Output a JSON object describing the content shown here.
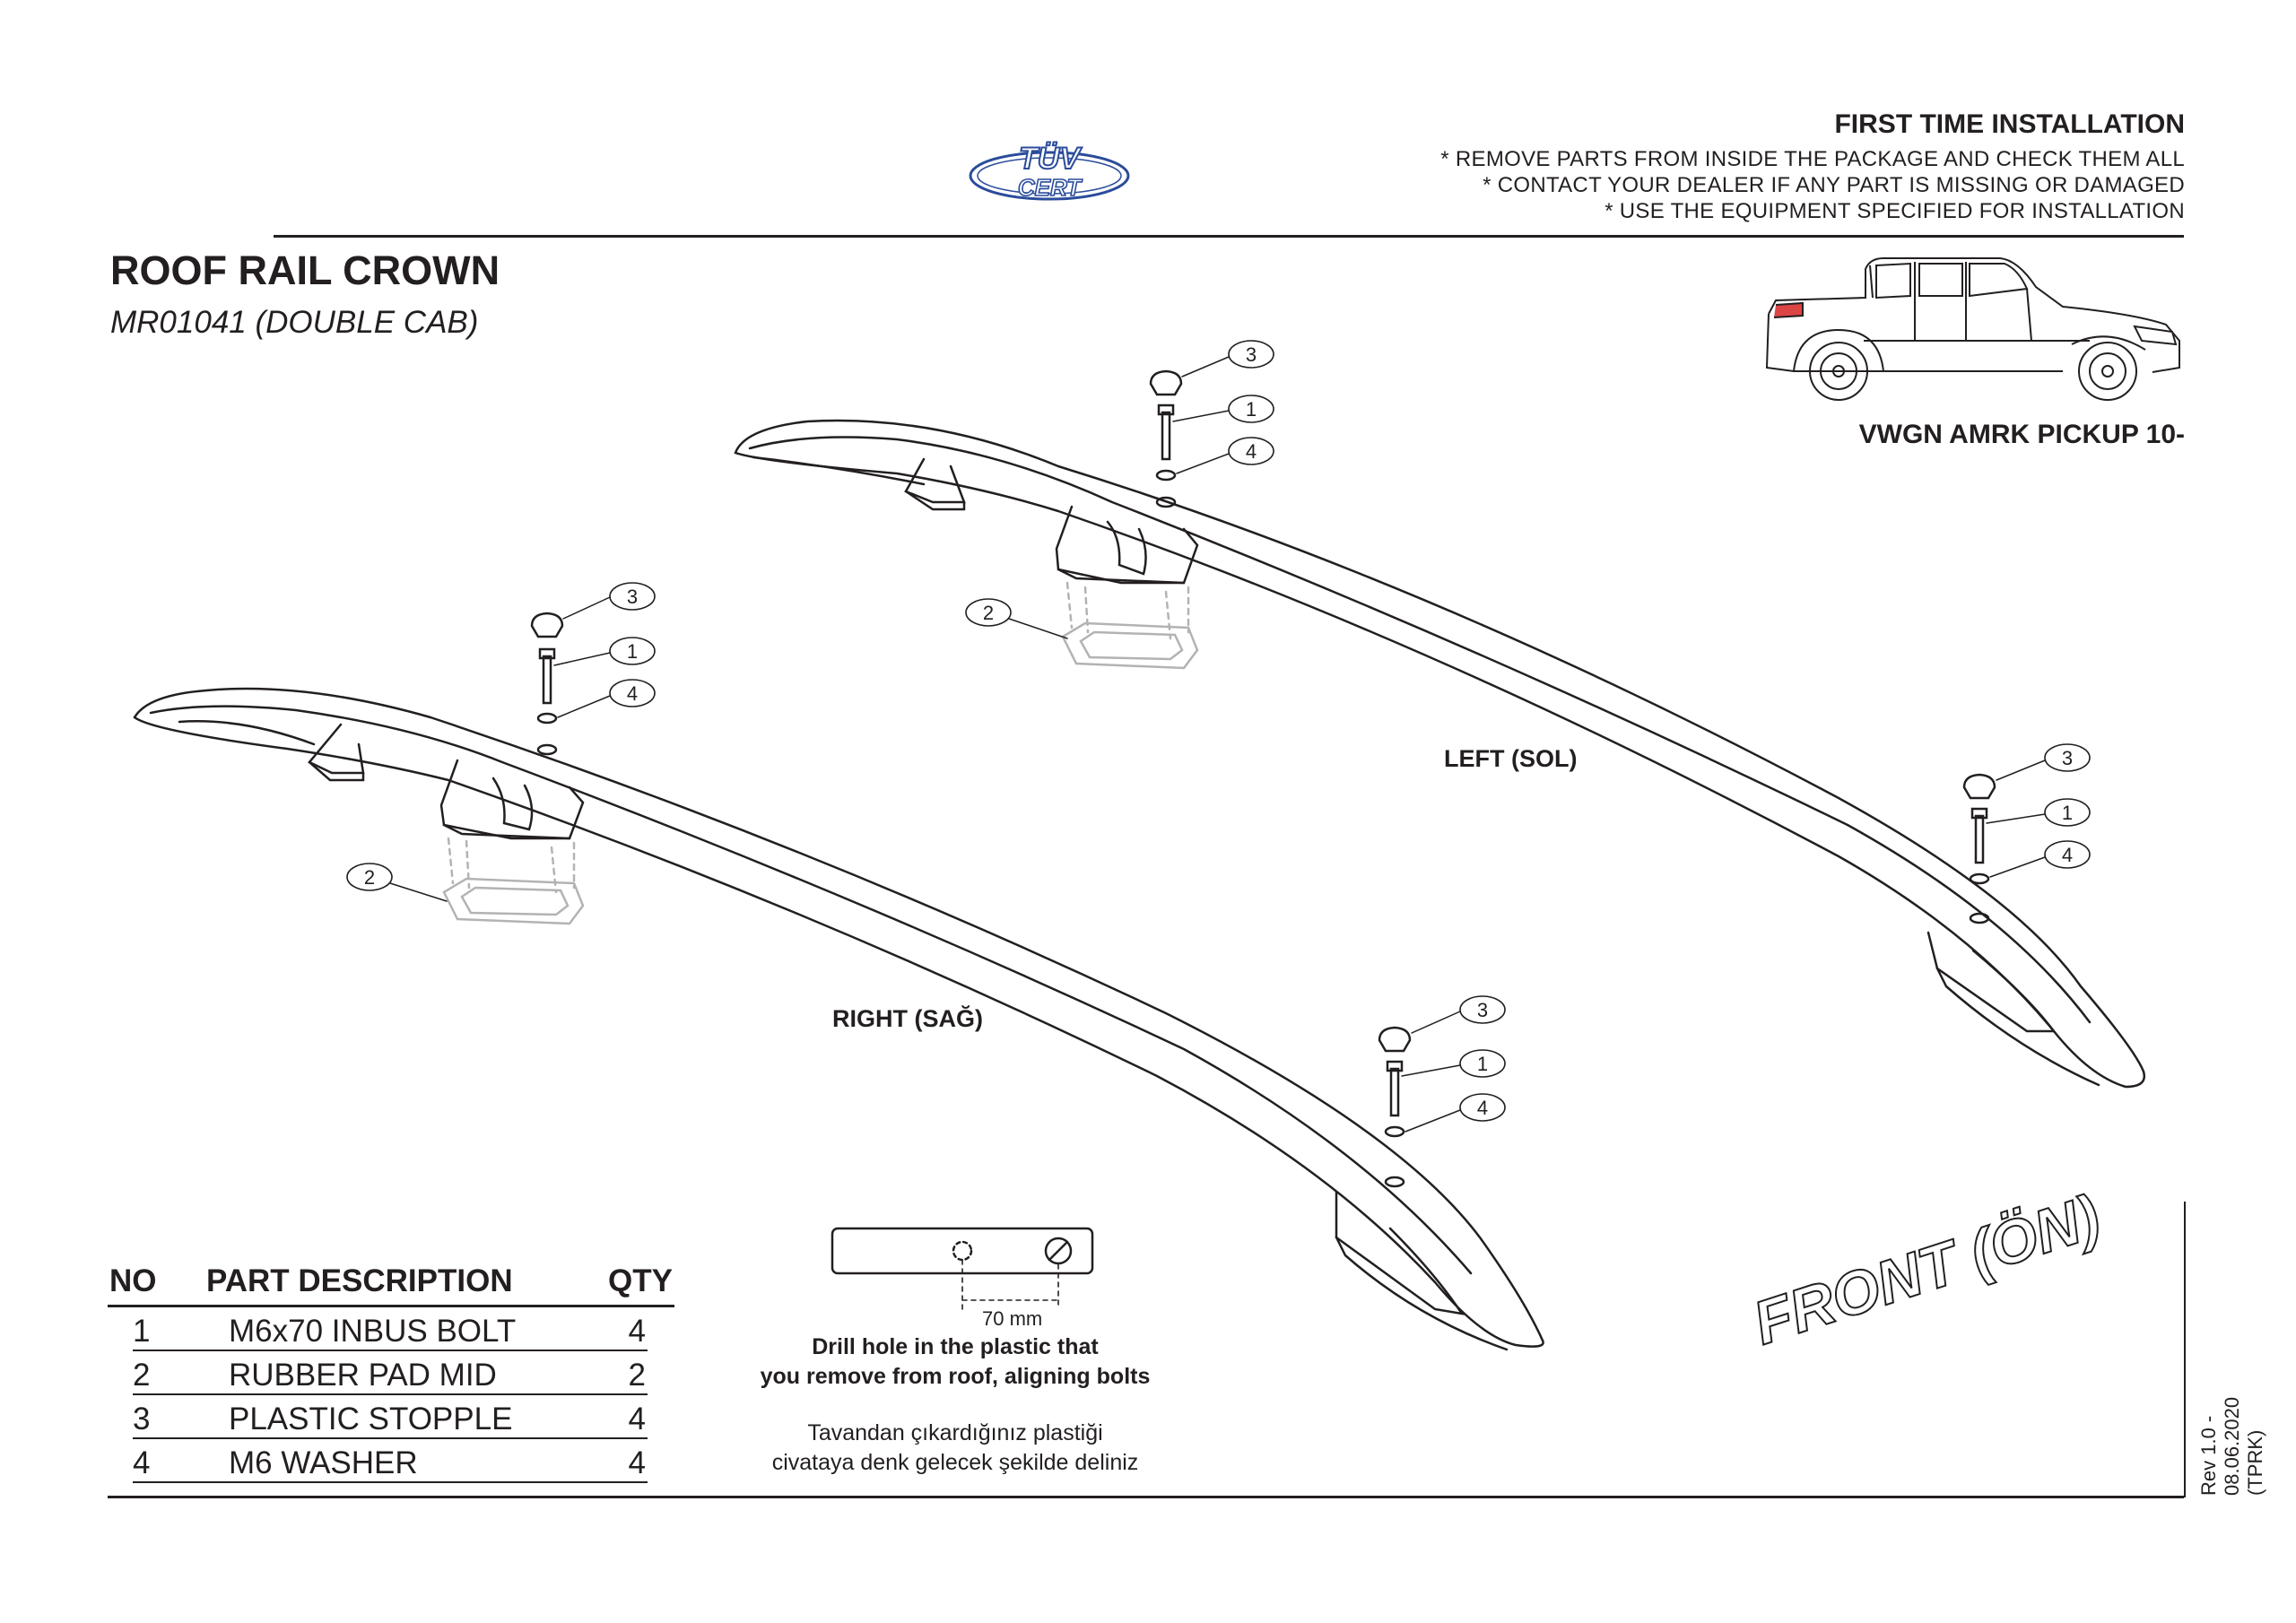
{
  "logo": {
    "line1": "TÜV",
    "line2": "CERT"
  },
  "installation": {
    "title": "FIRST TIME INSTALLATION",
    "lines": [
      "* REMOVE PARTS FROM INSIDE THE PACKAGE AND CHECK THEM ALL",
      "* CONTACT YOUR DEALER IF ANY PART IS MISSING OR DAMAGED",
      "* USE THE EQUIPMENT SPECIFIED FOR INSTALLATION"
    ]
  },
  "document": {
    "title": "ROOF RAIL CROWN",
    "subtitle": "MR01041 (DOUBLE CAB)"
  },
  "vehicle": {
    "name": "VWGN AMRK PICKUP 10-"
  },
  "labels": {
    "left": "LEFT (SOL)",
    "right": "RIGHT (SAĞ)",
    "front": "FRONT (ÖN)"
  },
  "callouts": [
    "1",
    "2",
    "3",
    "4"
  ],
  "parts_table": {
    "headers": {
      "no": "NO",
      "description": "PART DESCRIPTION",
      "qty": "QTY"
    },
    "rows": [
      {
        "no": "1",
        "description": "M6x70 INBUS BOLT",
        "qty": "4"
      },
      {
        "no": "2",
        "description": "RUBBER PAD MID",
        "qty": "2"
      },
      {
        "no": "3",
        "description": "PLASTIC STOPPLE",
        "qty": "4"
      },
      {
        "no": "4",
        "description": "M6 WASHER",
        "qty": "4"
      }
    ]
  },
  "drill_note": {
    "dimension": "70 mm",
    "en_line1": "Drill hole in the plastic that",
    "en_line2": "you remove from roof, aligning bolts",
    "tr_line1": "Tavandan çıkardığınız plastiği",
    "tr_line2": "civataya denk gelecek şekilde deliniz"
  },
  "revision": "Rev 1.0 - 08.06.2020 (TPRK)",
  "colors": {
    "ink": "#231f20",
    "logo_blue": "#2b4c9b",
    "ghost": "#b3b3b3"
  }
}
